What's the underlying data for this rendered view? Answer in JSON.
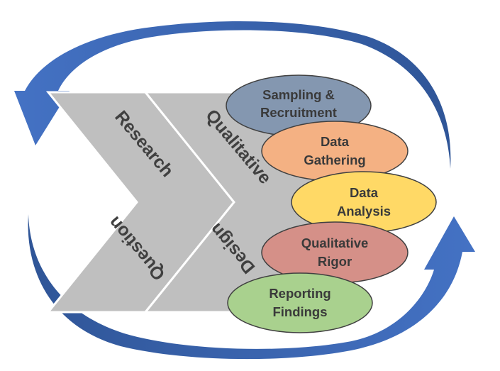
{
  "chevrons": [
    {
      "line1": "Research",
      "line2": "Question"
    },
    {
      "line1": "Qualitative",
      "line2": "Design"
    }
  ],
  "steps": [
    {
      "line1": "Sampling &",
      "line2": "Recruitment",
      "color": "#8497b0"
    },
    {
      "line1": "Data",
      "line2": "Gathering",
      "color": "#f4b183"
    },
    {
      "line1": "Data",
      "line2": "Analysis",
      "color": "#ffd966"
    },
    {
      "line1": "Qualitative",
      "line2": "Rigor",
      "color": "#d59088"
    },
    {
      "line1": "Reporting",
      "line2": "Findings",
      "color": "#a9d18e"
    }
  ],
  "colors": {
    "cycle_arrow": "#4472c4",
    "cycle_arrow_dark": "#2f5597",
    "chevron_fill": "#bfbfbf",
    "outline": "#404040"
  },
  "icons": [
    "cycle-arrow-top-icon",
    "cycle-arrow-bottom-icon"
  ]
}
